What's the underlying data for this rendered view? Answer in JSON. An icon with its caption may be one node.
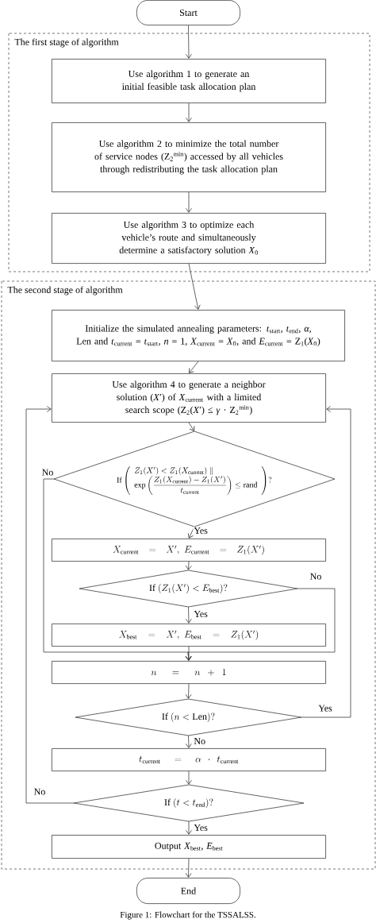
{
  "diagram": {
    "caption": "Figure 1: Flowchart for the TSSALSS.",
    "nodes": [
      {
        "text": [
          "Start"
        ]
      },
      {
        "text": [
          "The first stage of algorithm"
        ]
      },
      {
        "text": [
          "Use algorithm 1 to generate an initial feasible task allocation plan"
        ],
        "in": 1
      },
      {
        "text": [
          "Use algorithm 2 to minimize the total number of service nodes (Z$_{2}$$^{min}$) accessed by all vehicles through redistributing the task allocation plan"
        ],
        "in": 1
      },
      {
        "text": [
          "Use algorithm 3 to optimize each vehicle’s route and simultaneously determine a satisfactory solution *X*$_{0}$"
        ],
        "in": 1
      },
      {
        "text": [
          "The second stage of algorithm"
        ]
      },
      {
        "text": [
          "Initialize the simulated annealing parameters: *t*$_{start}$, *t*$_{end}$, *α*, Len and *t*$_{current}$ = *t*$_{start}$, *n* = 1, *X*$_{current}$ = *X*$_{0}$, and *E*$_{current}$ = Z$_{1}$(*X*$_{0}$)"
        ],
        "in": 5
      },
      {
        "text": [
          "Use algorithm 4 to generate a neighbor solution (*X*′) of *X*$_{current}$ with a limited search scope (Z$_{2}$(*X*′) ≤ *γ* · Z$_{2}$$^{min}$)"
        ],
        "in": 5
      },
      {
        "text": [
          "\\mathrm{If}\\left(\\begin{array}{l}Z_1(X')<Z_1(X_{\\mathrm{current}})\\;\\|\\\\ \\exp\\left(\\displaystyle\\frac{Z_1(X_{\\mathrm{current}})-Z_1(X')}{t_{\\mathrm{current}}}\\right)\\le\\mathrm{rand}\\end{array}\\right)?"
        ],
        "in": 5
      },
      {
        "text": [
          "X_{\\mathrm{current}}=X',\\ E_{\\mathrm{current}}=Z_1(X')"
        ],
        "in": 5
      },
      {
        "text": [
          "\\mathrm{If}\\ (Z_1(X')<E_{\\mathrm{best}})?"
        ],
        "in": 5
      },
      {
        "text": [
          "X_{\\mathrm{best}}=X',\\ E_{\\mathrm{best}}=Z_1(X')"
        ],
        "in": 5
      },
      {
        "text": [
          "n=n+1"
        ],
        "in": 5
      },
      {
        "text": [
          "\\mathrm{If}\\ (n<\\mathrm{Len})?"
        ],
        "in": 5
      },
      {
        "text": [
          "t_{\\mathrm{current}}=\\alpha\\cdot t_{\\mathrm{current}}"
        ],
        "in": 5
      },
      {
        "text": [
          "\\mathrm{If}\\ (t<t_{\\mathrm{end}})?"
        ],
        "in": 5
      },
      {
        "text": [
          "Output *X*$_{best}$, *E*$_{best}$"
        ],
        "in": 5
      },
      {
        "text": [
          "End"
        ]
      }
    ],
    "edges": [
      {
        "from": 0,
        "to": 2,
        "arrow": "to"
      },
      {
        "from": 2,
        "to": 3,
        "arrow": "to"
      },
      {
        "from": 3,
        "to": 4,
        "arrow": "to"
      },
      {
        "from": 4,
        "to": 6,
        "arrow": "to"
      },
      {
        "from": 6,
        "to": 7,
        "arrow": "to"
      },
      {
        "from": 7,
        "to": 8,
        "arrow": "to"
      },
      {
        "from": 8,
        "to": 9,
        "arrow": "to",
        "label": "Yes"
      },
      {
        "from": 9,
        "to": 10,
        "arrow": "to"
      },
      {
        "from": 10,
        "to": 11,
        "arrow": "to",
        "label": "Yes"
      },
      {
        "from": 11,
        "to": 12,
        "arrow": "to"
      },
      {
        "from": 8,
        "to": 12,
        "arrow": "to",
        "label": "No"
      },
      {
        "from": 10,
        "to": 12,
        "arrow": "to",
        "label": "No"
      },
      {
        "from": 12,
        "to": 13,
        "arrow": "to"
      },
      {
        "from": 13,
        "to": 14,
        "arrow": "to",
        "label": "No"
      },
      {
        "from": 13,
        "to": 7,
        "arrow": "to",
        "label": "Yes"
      },
      {
        "from": 14,
        "to": 15,
        "arrow": "to"
      },
      {
        "from": 15,
        "to": 7,
        "arrow": "to",
        "label": "No"
      },
      {
        "from": 15,
        "to": 16,
        "arrow": "to",
        "label": "Yes"
      },
      {
        "from": 16,
        "to": 17,
        "arrow": "to"
      }
    ]
  }
}
